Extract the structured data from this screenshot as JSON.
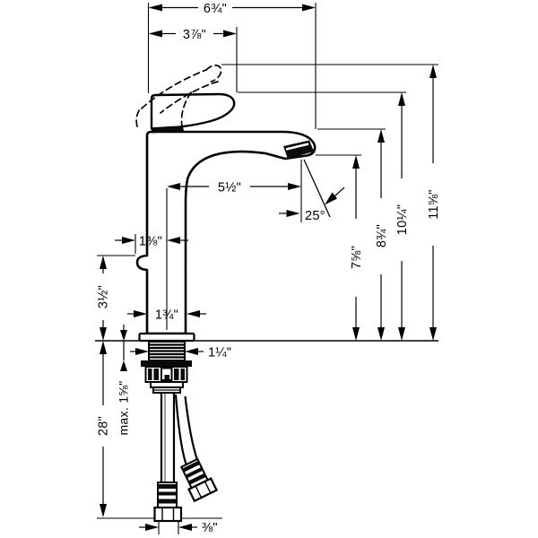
{
  "drawing": {
    "type": "faucet-installation-dimension-drawing",
    "units": "inches",
    "dims": {
      "overall_depth": "6¾\"",
      "handle_reach": "3⅞\"",
      "spout_reach": "5½\"",
      "spray_angle": "25°",
      "outlet_height": "7⅝\"",
      "spout_top_height": "8¾\"",
      "handle_height": "10¼\"",
      "overall_height": "11⅝\"",
      "front_to_center": "1⅜\"",
      "body_step_height": "3½\"",
      "body_width": "1¾\"",
      "shank_width": "1¼\"",
      "max_mounting_thickness": "max. 1⅝\"",
      "hose_length": "28\"",
      "hose_connection": "⅜\""
    }
  }
}
